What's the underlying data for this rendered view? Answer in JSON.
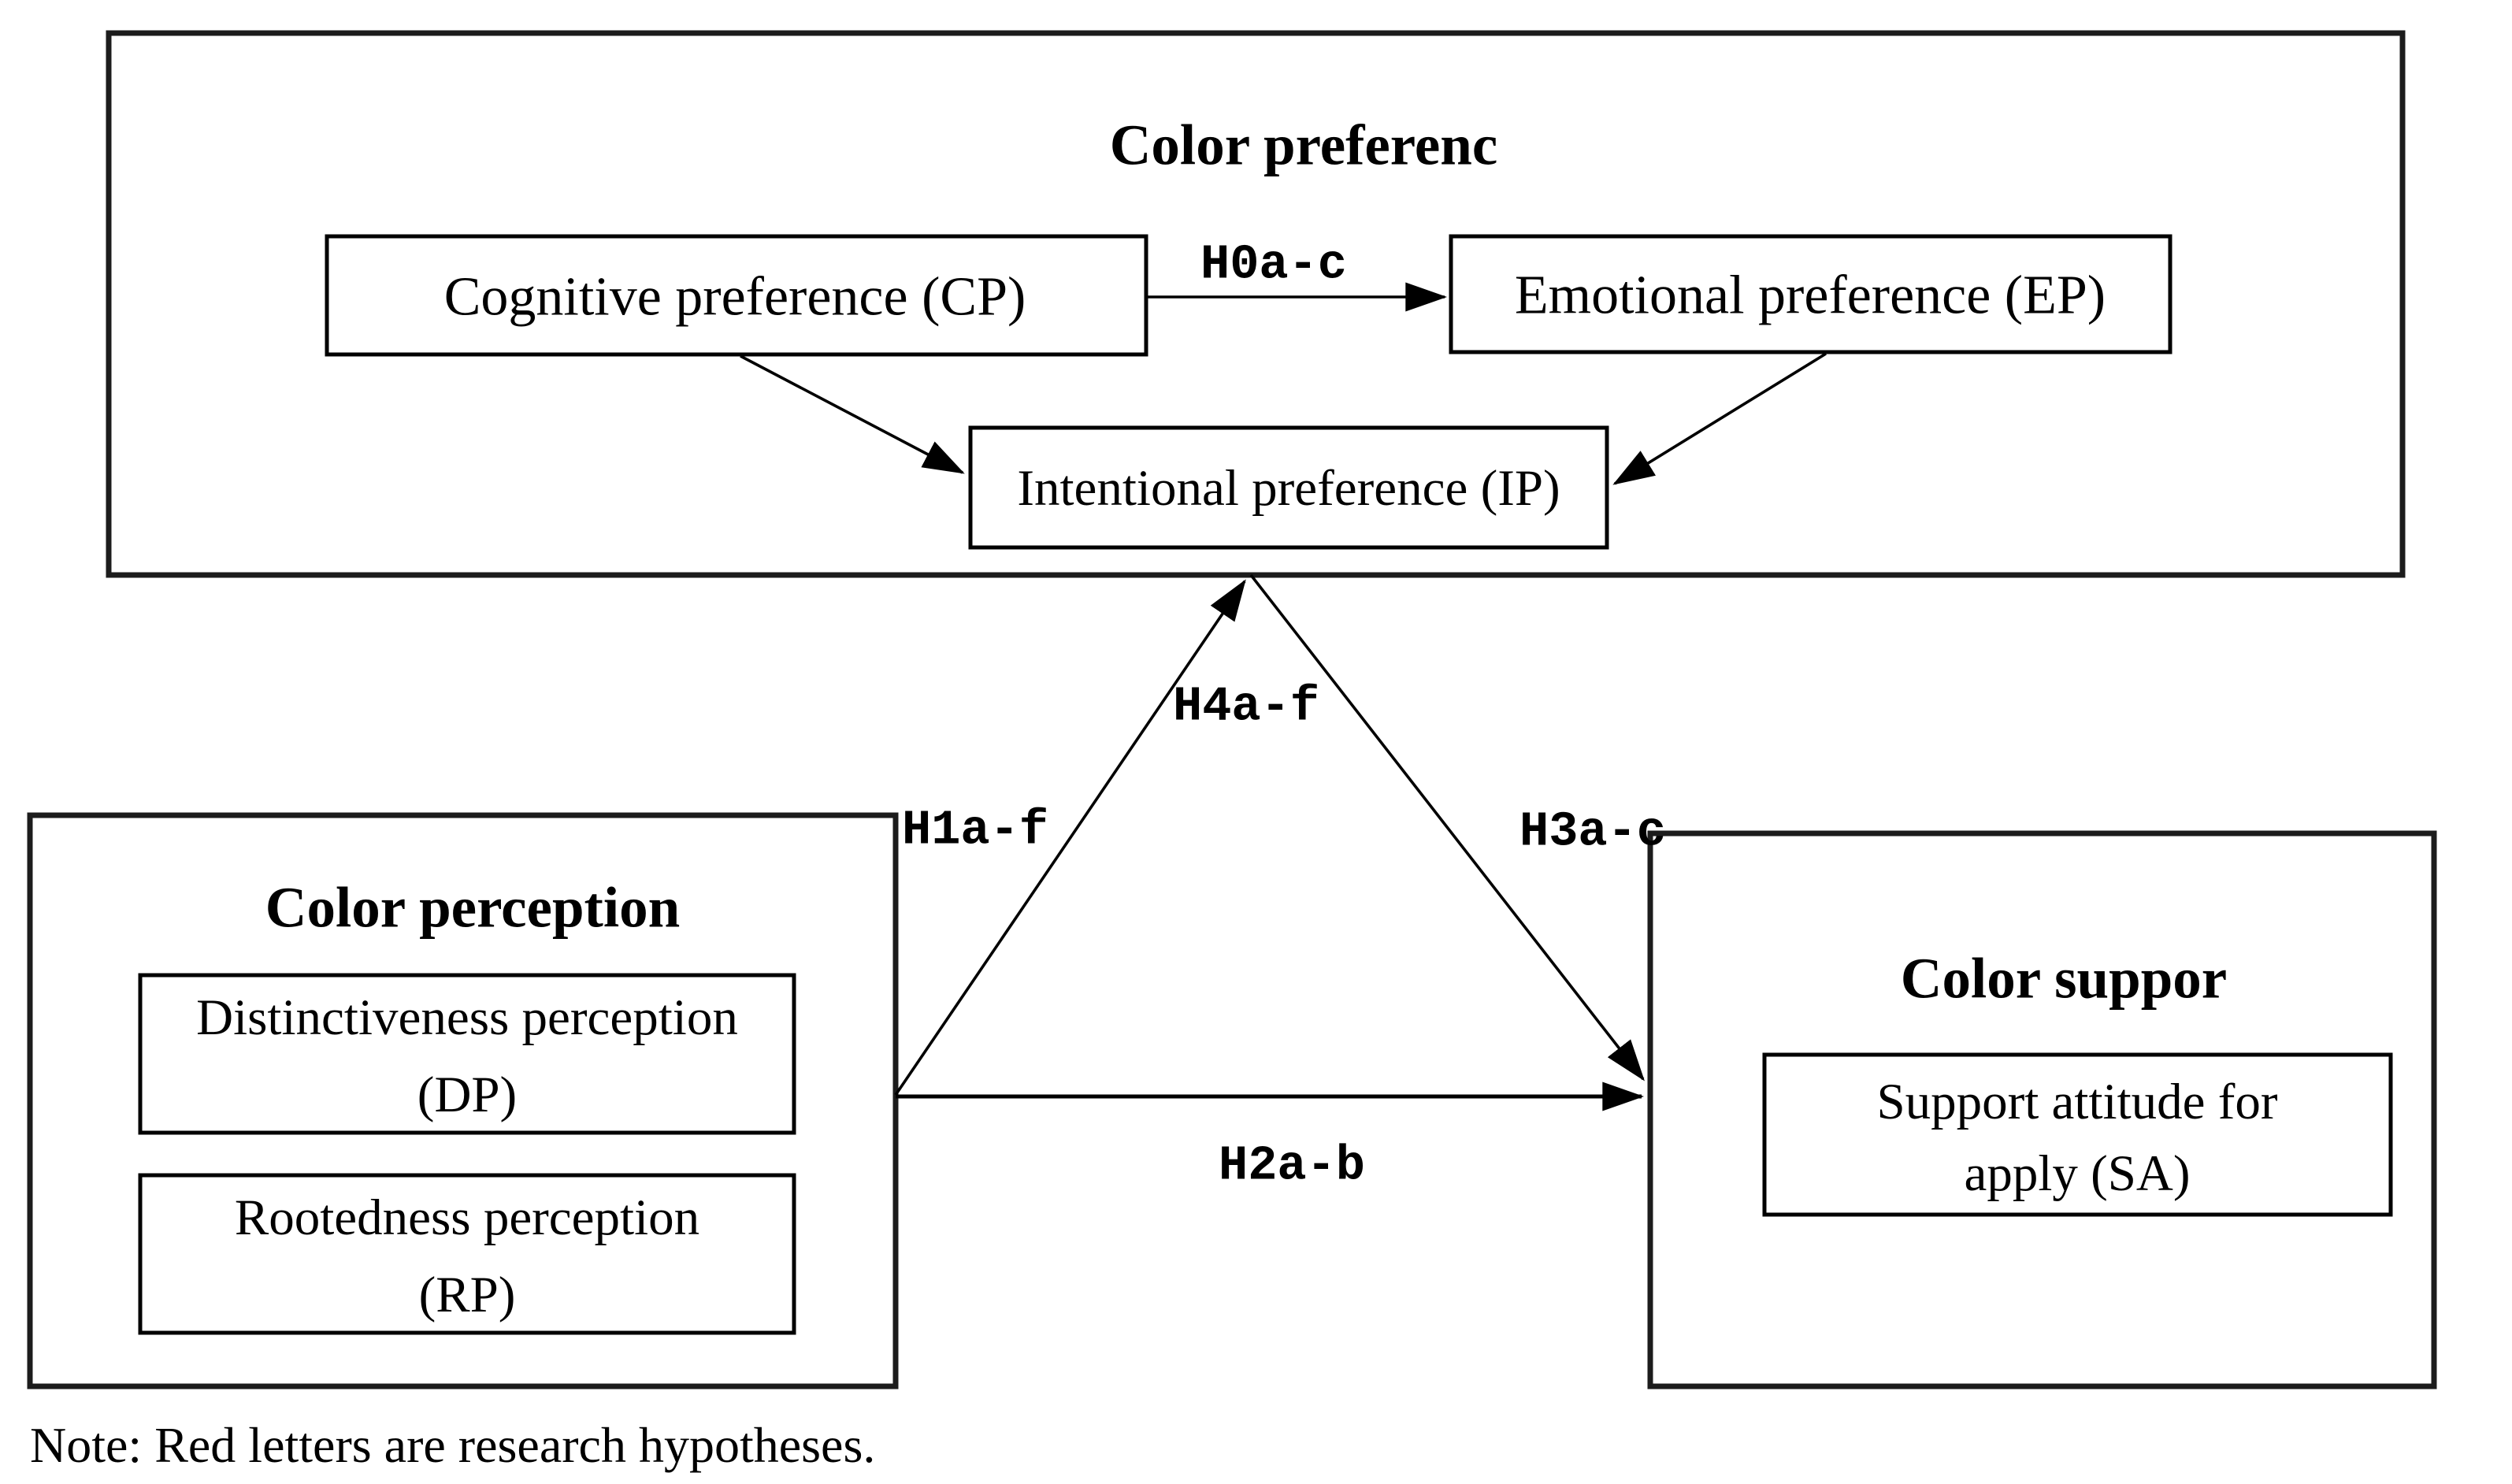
{
  "figure": {
    "background": "#ffffff",
    "colors": {
      "line": "#000000",
      "box_border": "#1c1c1c",
      "hypothesis": "#ee1111"
    },
    "preference_group": {
      "title": "Color preferenc",
      "cp": "Cognitive preference (CP)",
      "ep": "Emotional preference (EP)",
      "ip": "Intentional preference (IP)"
    },
    "perception_group": {
      "title": "Color perception",
      "dp": {
        "lines": [
          "Distinctiveness perception",
          "(DP)"
        ]
      },
      "rp": {
        "lines": [
          "Rootedness perception",
          "(RP)"
        ]
      }
    },
    "support_group": {
      "title": "Color suppor",
      "sa": {
        "lines": [
          "Support attitude for",
          "apply (SA)"
        ]
      }
    },
    "hypotheses": {
      "h0": "H0a-c",
      "h1": "H1a-f",
      "h2": "H2a-b",
      "h3": "H3a-c",
      "h4": "H4a-f"
    },
    "note": "Note: Red letters are research hypotheses."
  }
}
